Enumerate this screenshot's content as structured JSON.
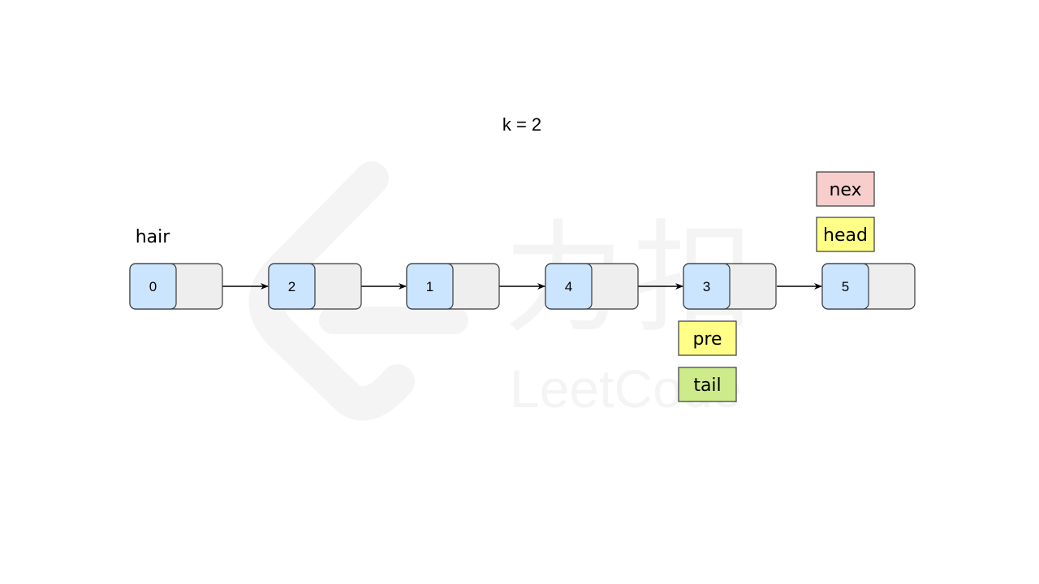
{
  "title": "k = 2",
  "hair_label": "hair",
  "nodes": [
    {
      "value": "0"
    },
    {
      "value": "2"
    },
    {
      "value": "1"
    },
    {
      "value": "4"
    },
    {
      "value": "3"
    },
    {
      "value": "5"
    }
  ],
  "pointer_tags": {
    "nex": {
      "label": "nex",
      "color": "#f8cecc",
      "node_index": 5
    },
    "head": {
      "label": "head",
      "color": "#ffff88",
      "node_index": 5
    },
    "pre": {
      "label": "pre",
      "color": "#ffff88",
      "node_index": 4
    },
    "tail": {
      "label": "tail",
      "color": "#cdeb8b",
      "node_index": 4
    }
  },
  "colors": {
    "value_cell": "#cce5ff",
    "next_cell": "#eeeeee",
    "border": "#36393d",
    "arrow": "#000000"
  },
  "watermark": {
    "chinese": "力扣",
    "latin": "LeetCode"
  }
}
